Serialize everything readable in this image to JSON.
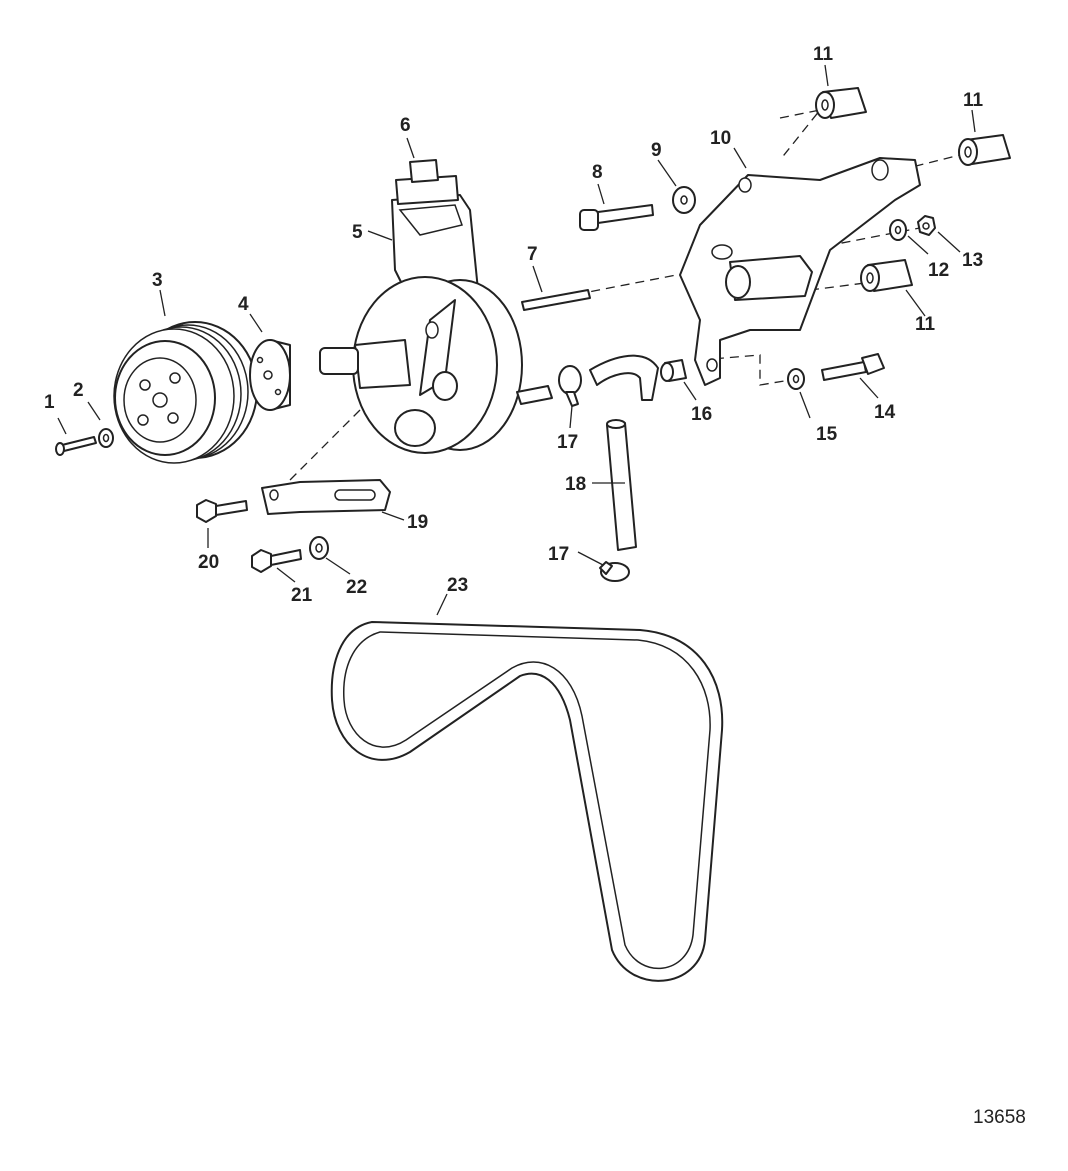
{
  "figure_number": "13658",
  "callouts": [
    "1",
    "2",
    "3",
    "4",
    "5",
    "6",
    "7",
    "8",
    "9",
    "10",
    "11",
    "11",
    "11",
    "12",
    "13",
    "14",
    "15",
    "16",
    "17",
    "17",
    "18",
    "19",
    "20",
    "21",
    "22",
    "23"
  ]
}
